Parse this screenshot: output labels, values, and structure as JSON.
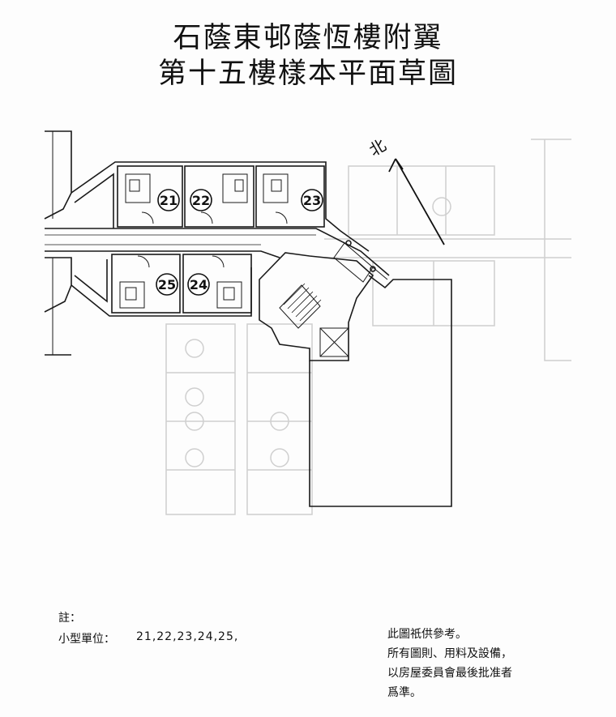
{
  "title": {
    "line1": "石蔭東邨蔭恆樓附翼",
    "line2": "第十五樓樣本平面草圖"
  },
  "compass": {
    "label": "北"
  },
  "units": [
    "21",
    "22",
    "23",
    "24",
    "25"
  ],
  "notes": {
    "label": "註：",
    "small_units_label": "小型單位：",
    "small_units_value": "21,22,23,24,25,"
  },
  "disclaimer": [
    "此圖祇供參考。",
    "所有圖則、用料及設備，",
    "以房屋委員會最後批准者",
    "爲準。"
  ]
}
